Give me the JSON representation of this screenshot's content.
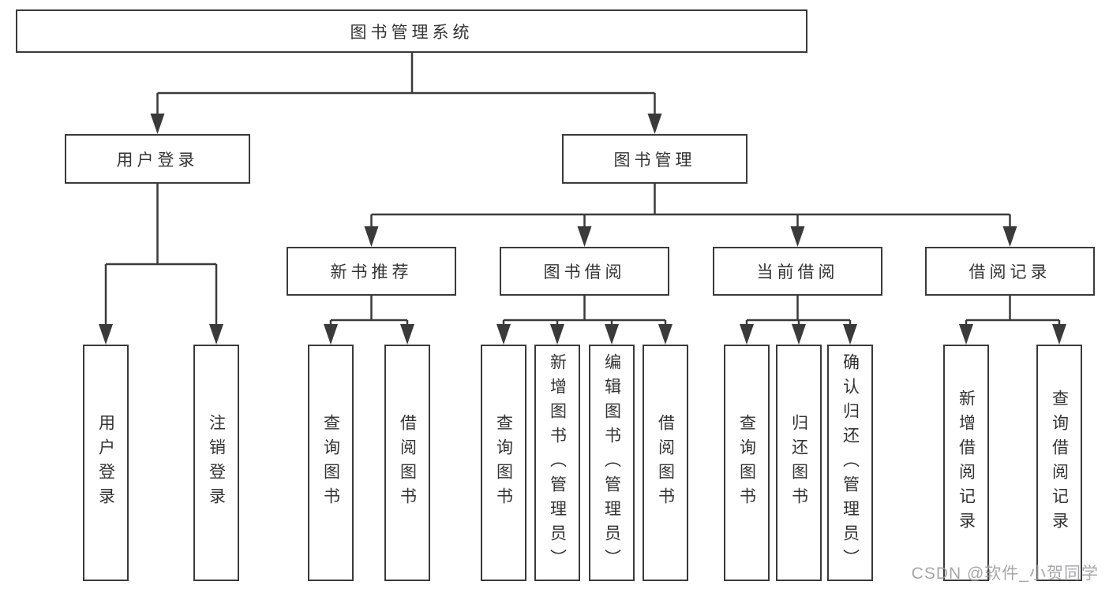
{
  "diagram": {
    "type": "tree",
    "root": "图书管理系统",
    "branches": {
      "user_login": {
        "label": "用户登录",
        "leaves": [
          "用户登录",
          "注销登录"
        ]
      },
      "book_mgmt": {
        "label": "图书管理",
        "groups": [
          {
            "label": "新书推荐",
            "leaves": [
              "查询图书",
              "借阅图书"
            ]
          },
          {
            "label": "图书借阅",
            "leaves": [
              "查询图书",
              "新增图书（管理员）",
              "编辑图书（管理员）",
              "借阅图书"
            ]
          },
          {
            "label": "当前借阅",
            "leaves": [
              "查询图书",
              "归还图书",
              "确认归还（管理员）"
            ]
          },
          {
            "label": "借阅记录",
            "leaves": [
              "新增借阅记录",
              "查询借阅记录"
            ]
          }
        ]
      }
    },
    "colors": {
      "line": "#3a3a3a",
      "text": "#333333",
      "watermark_text": "#9b9b9f",
      "background": "#ffffff"
    }
  },
  "watermark": "CSDN @软件_小贺同学"
}
